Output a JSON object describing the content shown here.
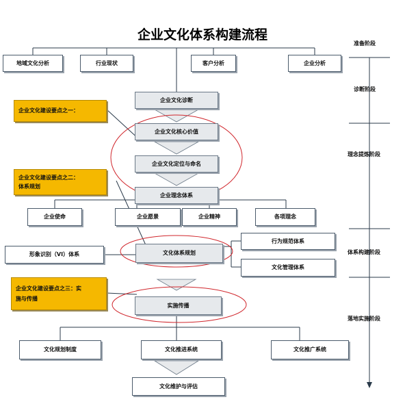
{
  "title": "企业文化体系构建流程",
  "stages": [
    "准备阶段",
    "诊断阶段",
    "理念提炼阶段",
    "体系构建阶段",
    "落地实施阶段"
  ],
  "analysis": [
    "地域文化分析",
    "行业现状",
    "客户分析",
    "企业分析"
  ],
  "main_flow": {
    "diagnosis": "企业文化诊断",
    "core_values": "企业文化核心价值",
    "positioning": "企业文化定位与命名",
    "concept_system": "企业理念体系",
    "system_planning": "文化体系规划",
    "implementation": "实施传播",
    "maintenance": "文化维护与评估"
  },
  "concepts": [
    "企业使命",
    "企业愿景",
    "企业精神",
    "各项理念"
  ],
  "identity": "形象识别（VI）体系",
  "behavior": "行为规范体系",
  "management": "文化管理体系",
  "bottom": [
    "文化规划制度",
    "文化推进系统",
    "文化推广系统"
  ],
  "key_points": {
    "one": "企业文化建设要点之一：",
    "two_line1": "企业文化建设要点之二：",
    "two_line2": "体系规划",
    "three_line1": "企业文化建设要点之三：实",
    "three_line2": "施与传播"
  },
  "colors": {
    "key_point_fill": "#f5b800",
    "ellipse": "#d0252b",
    "arrow_fill": "#e8eaec",
    "line": "#2a3a4a"
  }
}
